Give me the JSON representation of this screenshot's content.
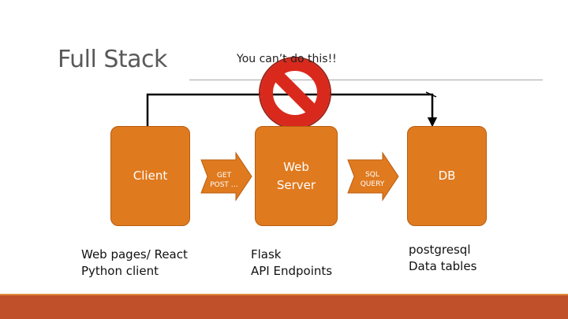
{
  "slide": {
    "title": "Full Stack",
    "warning": "You can’t do this!!"
  },
  "nodes": {
    "client": {
      "label": "Client",
      "description": [
        "Web pages/ React",
        "Python client"
      ]
    },
    "server": {
      "label_lines": [
        "Web",
        "Server"
      ],
      "description": [
        "Flask",
        "API Endpoints"
      ]
    },
    "db": {
      "label": "DB",
      "description": [
        "postgresql",
        "Data tables"
      ]
    }
  },
  "arrows": {
    "client_to_server": [
      "GET",
      "POST …"
    ],
    "server_to_db": [
      "SQL",
      "QUERY"
    ]
  },
  "icons": {
    "prohibited": "no-entry-icon"
  },
  "colors": {
    "box_fill": "#e07a1f",
    "box_stroke": "#b85d0f",
    "accent_bar": "#c0502a",
    "prohibit_red": "#d9291c"
  }
}
